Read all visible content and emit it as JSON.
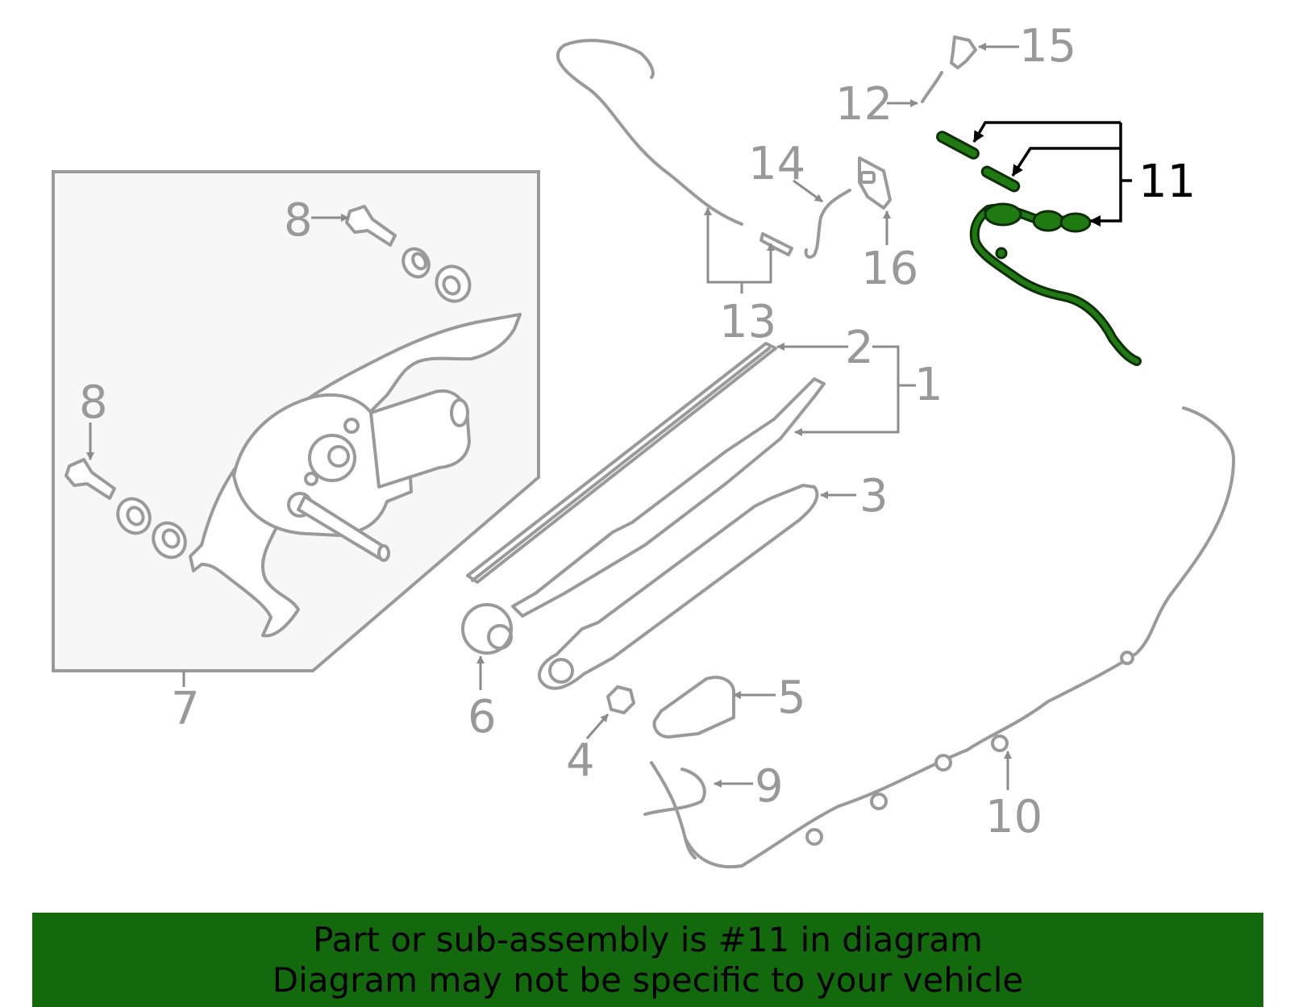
{
  "diagram": {
    "callouts": [
      {
        "id": "c1",
        "text": "1"
      },
      {
        "id": "c2",
        "text": "2"
      },
      {
        "id": "c3",
        "text": "3"
      },
      {
        "id": "c4",
        "text": "4"
      },
      {
        "id": "c5",
        "text": "5"
      },
      {
        "id": "c6",
        "text": "6"
      },
      {
        "id": "c7",
        "text": "7"
      },
      {
        "id": "c8a",
        "text": "8"
      },
      {
        "id": "c8b",
        "text": "8"
      },
      {
        "id": "c9",
        "text": "9"
      },
      {
        "id": "c10",
        "text": "10"
      },
      {
        "id": "c11",
        "text": "11"
      },
      {
        "id": "c12",
        "text": "12"
      },
      {
        "id": "c13",
        "text": "13"
      },
      {
        "id": "c14",
        "text": "14"
      },
      {
        "id": "c15",
        "text": "15"
      },
      {
        "id": "c16",
        "text": "16"
      }
    ],
    "highlighted_part": "11",
    "colors": {
      "highlight": "#1f7a12",
      "part_stroke": "#9a9a9a",
      "label_gray": "#999999",
      "banner_bg": "#136a0d"
    }
  },
  "banner": {
    "line1": "Part or sub-assembly is #11 in diagram",
    "line2": "Diagram may not be specific to your vehicle"
  }
}
